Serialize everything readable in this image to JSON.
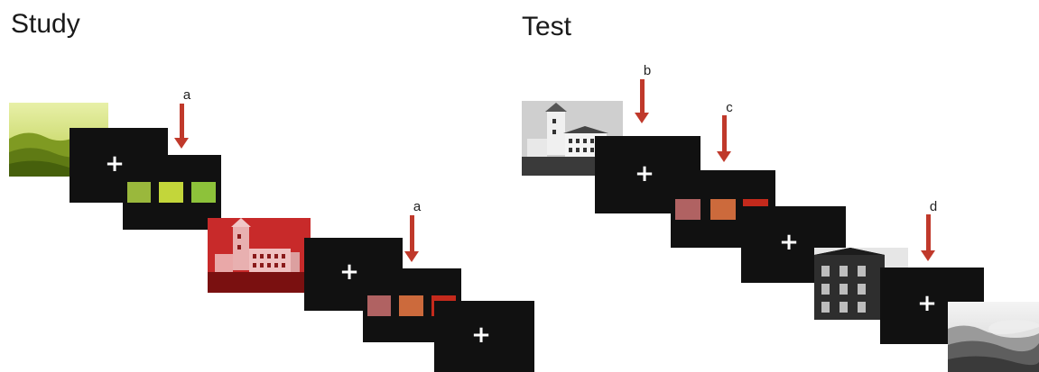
{
  "study": {
    "heading": "Study",
    "arrow_label_1": "a",
    "arrow_label_2": "a",
    "fixation": "+",
    "swatches_green": [
      "#9ab83c",
      "#c3d63a",
      "#8dc23a"
    ],
    "swatches_red": [
      "#b06262",
      "#cc6a3c",
      "#c42a1c"
    ]
  },
  "test": {
    "heading": "Test",
    "arrow_label_b": "b",
    "arrow_label_c": "c",
    "arrow_label_d": "d",
    "fixation": "+",
    "swatches": [
      "#b06262",
      "#cc6a3c",
      "#c42a1c"
    ]
  },
  "colors": {
    "arrow": "#c0392b",
    "panel": "#111111"
  },
  "images": [
    "green-tinted-landscape",
    "red-tinted-castle",
    "grayscale-castle",
    "grayscale-building",
    "grayscale-mountains"
  ]
}
